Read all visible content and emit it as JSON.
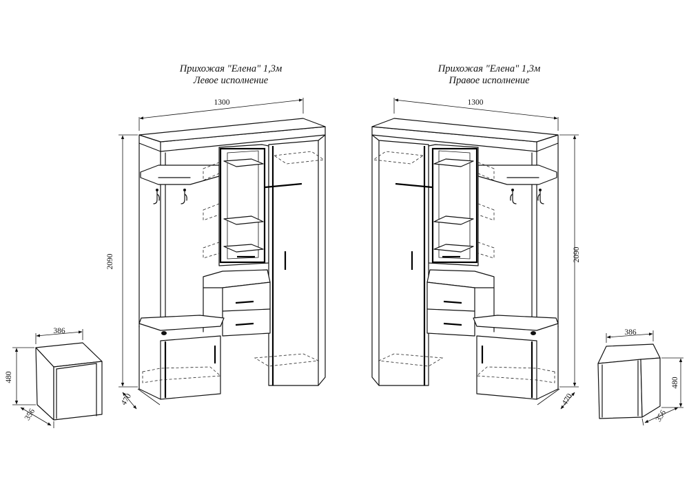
{
  "captions": {
    "left": {
      "title": "Прихожая \"Елена\" 1,3м",
      "subtitle": "Левое исполнение"
    },
    "right": {
      "title": "Прихожая \"Елена\" 1,3м",
      "subtitle": "Правое исполнение"
    }
  },
  "dimensions": {
    "left_width": "1300",
    "left_height": "2090",
    "left_depth": "470",
    "right_width": "1300",
    "right_height": "2090",
    "right_depth": "470",
    "left_stool_width": "386",
    "left_stool_height": "480",
    "left_stool_depth": "356",
    "right_stool_width": "386",
    "right_stool_height": "480",
    "right_stool_depth": "356"
  },
  "icons": [
    "coat-hook-icon",
    "door-handle-icon",
    "clothes-rail-icon",
    "dimension-arrow-icon"
  ]
}
